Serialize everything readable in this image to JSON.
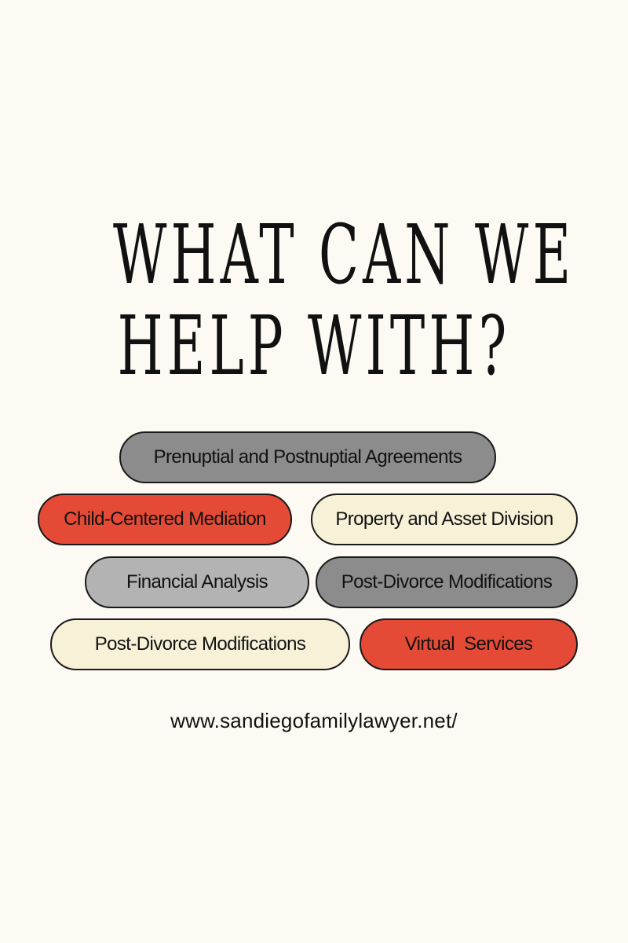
{
  "headline": {
    "line1": "WHAT CAN WE",
    "line2": "HELP WITH?"
  },
  "services": [
    {
      "label": "Prenuptial and Postnuptial Agreements",
      "color": "#8c8c8c"
    },
    {
      "label": "Child-Centered Mediation",
      "color": "#e44a35"
    },
    {
      "label": "Property and Asset Division",
      "color": "#f7f1d8"
    },
    {
      "label": "Financial Analysis",
      "color": "#b3b3b3"
    },
    {
      "label": "Post-Divorce Modifications",
      "color": "#8c8c8c"
    },
    {
      "label": "Post-Divorce Modifications",
      "color": "#f7f1d8"
    },
    {
      "label": "Virtual  Services",
      "color": "#e44a35"
    }
  ],
  "website": "www.sandiegofamilylawyer.net/",
  "colors": {
    "background": "#fdfaf3",
    "text": "#111111",
    "outline": "#1a1a1a"
  }
}
